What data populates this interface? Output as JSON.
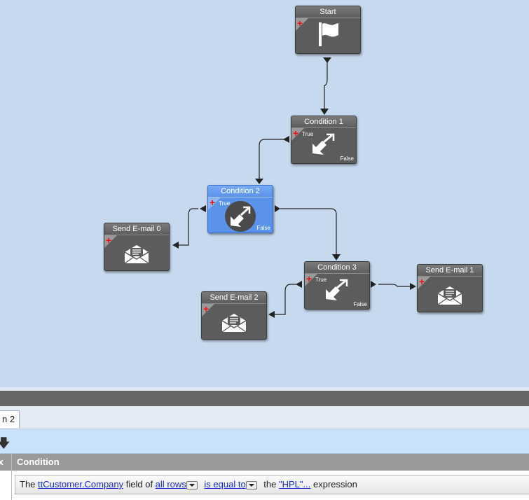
{
  "nodes": {
    "start": {
      "title": "Start"
    },
    "condition1": {
      "title": "Condition 1",
      "true_label": "True",
      "false_label": "False"
    },
    "condition2": {
      "title": "Condition 2",
      "true_label": "True",
      "false_label": "False"
    },
    "condition3": {
      "title": "Condition 3",
      "true_label": "True",
      "false_label": "False"
    },
    "send_email0": {
      "title": "Send E-mail 0"
    },
    "send_email1": {
      "title": "Send E-mail 1"
    },
    "send_email2": {
      "title": "Send E-mail 2"
    }
  },
  "panel": {
    "tab_label": "n 2",
    "columns": {
      "left": "ix",
      "condition": "Condition"
    },
    "row": {
      "prefix": "The",
      "field_link": "ttCustomer.Company",
      "text_field_of": "field of",
      "rows_link": "all rows",
      "op_link": "is equal to",
      "text_the": "the",
      "value_link": "\"HPL\"...",
      "text_expression": "expression"
    }
  },
  "colors": {
    "canvas": "#c7d9ee",
    "node": "#5c5c5c",
    "selected_node": "#5b93ea",
    "link": "#1a2fd1",
    "add_marker": "#e11111"
  },
  "icons": [
    "flag-icon",
    "condition-arrows-icon",
    "envelope-icon",
    "add-icon",
    "dropdown-arrow-icon",
    "down-arrow-icon"
  ]
}
